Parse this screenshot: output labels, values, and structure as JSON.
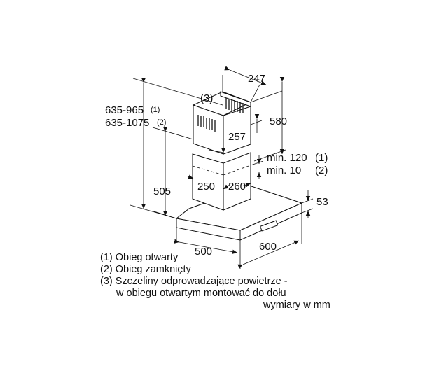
{
  "dimensions": {
    "chimney_height_open": "635-965",
    "chimney_height_open_ref": "(1)",
    "chimney_height_closed": "635-1075",
    "chimney_height_closed_ref": "(2)",
    "chimney_depth": "247",
    "chimney_upper_height": "580",
    "chimney_width": "257",
    "vent_ref": "(3)",
    "gap_open": "min. 120",
    "gap_open_ref": "(1)",
    "gap_closed": "min. 10",
    "gap_closed_ref": "(2)",
    "lower_chimney_width": "250",
    "lower_chimney_depth": "260",
    "lower_height": "505",
    "canopy_thickness": "53",
    "canopy_width": "500",
    "canopy_depth": "600"
  },
  "legend": {
    "item1": "(1)  Obieg otwarty",
    "item2": "(2)  Obieg zamknięty",
    "item3": "(3)  Szczeliny odprowadzające powietrze -",
    "item3_cont": "w obiegu otwartym montować do dołu",
    "units": "wymiary w mm"
  }
}
